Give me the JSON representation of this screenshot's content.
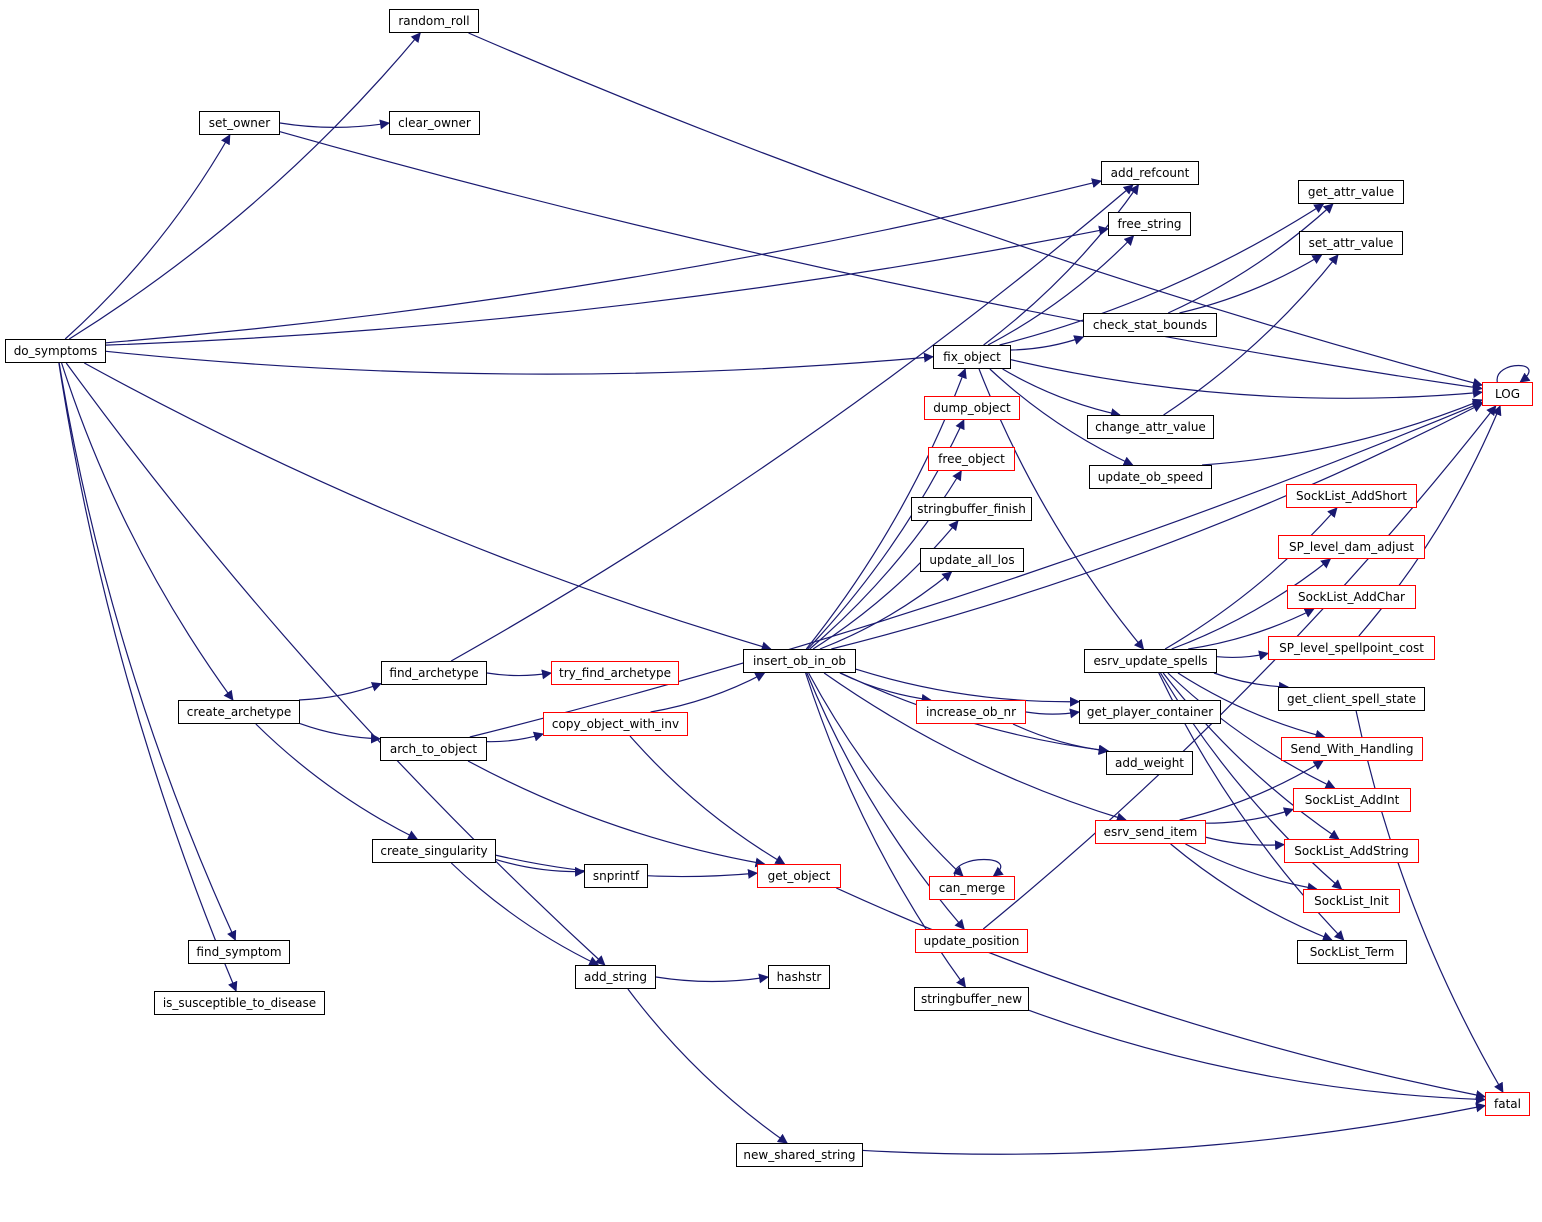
{
  "diagram": {
    "type": "call-graph",
    "colors": {
      "edge": "#191970",
      "node_border": "#000000",
      "partial_border": "#ff0000",
      "root_fill": "#bfbfbf"
    },
    "nodes": [
      {
        "id": "do_symptoms",
        "label": "do_symptoms",
        "style": "root"
      },
      {
        "id": "random_roll",
        "label": "random_roll",
        "style": "normal"
      },
      {
        "id": "set_owner",
        "label": "set_owner",
        "style": "normal"
      },
      {
        "id": "clear_owner",
        "label": "clear_owner",
        "style": "normal"
      },
      {
        "id": "add_refcount",
        "label": "add_refcount",
        "style": "normal"
      },
      {
        "id": "free_string",
        "label": "free_string",
        "style": "normal"
      },
      {
        "id": "get_attr_value",
        "label": "get_attr_value",
        "style": "normal"
      },
      {
        "id": "set_attr_value",
        "label": "set_attr_value",
        "style": "normal"
      },
      {
        "id": "check_stat_bounds",
        "label": "check_stat_bounds",
        "style": "normal"
      },
      {
        "id": "fix_object",
        "label": "fix_object",
        "style": "normal"
      },
      {
        "id": "LOG",
        "label": "LOG",
        "style": "partial"
      },
      {
        "id": "dump_object",
        "label": "dump_object",
        "style": "partial"
      },
      {
        "id": "change_attr_value",
        "label": "change_attr_value",
        "style": "normal"
      },
      {
        "id": "free_object",
        "label": "free_object",
        "style": "partial"
      },
      {
        "id": "update_ob_speed",
        "label": "update_ob_speed",
        "style": "normal"
      },
      {
        "id": "SockList_AddShort",
        "label": "SockList_AddShort",
        "style": "partial"
      },
      {
        "id": "stringbuffer_finish",
        "label": "stringbuffer_finish",
        "style": "normal"
      },
      {
        "id": "SP_level_dam_adjust",
        "label": "SP_level_dam_adjust",
        "style": "partial"
      },
      {
        "id": "update_all_los",
        "label": "update_all_los",
        "style": "normal"
      },
      {
        "id": "SockList_AddChar",
        "label": "SockList_AddChar",
        "style": "partial"
      },
      {
        "id": "SP_level_spellpoint_cost",
        "label": "SP_level_spellpoint_cost",
        "style": "partial"
      },
      {
        "id": "insert_ob_in_ob",
        "label": "insert_ob_in_ob",
        "style": "normal"
      },
      {
        "id": "esrv_update_spells",
        "label": "esrv_update_spells",
        "style": "normal"
      },
      {
        "id": "find_archetype",
        "label": "find_archetype",
        "style": "normal"
      },
      {
        "id": "try_find_archetype",
        "label": "try_find_archetype",
        "style": "partial"
      },
      {
        "id": "get_client_spell_state",
        "label": "get_client_spell_state",
        "style": "normal"
      },
      {
        "id": "create_archetype",
        "label": "create_archetype",
        "style": "normal"
      },
      {
        "id": "increase_ob_nr",
        "label": "increase_ob_nr",
        "style": "partial"
      },
      {
        "id": "get_player_container",
        "label": "get_player_container",
        "style": "normal"
      },
      {
        "id": "copy_object_with_inv",
        "label": "copy_object_with_inv",
        "style": "partial"
      },
      {
        "id": "arch_to_object",
        "label": "arch_to_object",
        "style": "normal"
      },
      {
        "id": "Send_With_Handling",
        "label": "Send_With_Handling",
        "style": "partial"
      },
      {
        "id": "add_weight",
        "label": "add_weight",
        "style": "normal"
      },
      {
        "id": "SockList_AddInt",
        "label": "SockList_AddInt",
        "style": "partial"
      },
      {
        "id": "esrv_send_item",
        "label": "esrv_send_item",
        "style": "partial"
      },
      {
        "id": "create_singularity",
        "label": "create_singularity",
        "style": "normal"
      },
      {
        "id": "SockList_AddString",
        "label": "SockList_AddString",
        "style": "partial"
      },
      {
        "id": "can_merge",
        "label": "can_merge",
        "style": "partial"
      },
      {
        "id": "snprintf",
        "label": "snprintf",
        "style": "normal"
      },
      {
        "id": "get_object",
        "label": "get_object",
        "style": "partial"
      },
      {
        "id": "SockList_Init",
        "label": "SockList_Init",
        "style": "partial"
      },
      {
        "id": "update_position",
        "label": "update_position",
        "style": "partial"
      },
      {
        "id": "find_symptom",
        "label": "find_symptom",
        "style": "normal"
      },
      {
        "id": "SockList_Term",
        "label": "SockList_Term",
        "style": "normal"
      },
      {
        "id": "add_string",
        "label": "add_string",
        "style": "normal"
      },
      {
        "id": "hashstr",
        "label": "hashstr",
        "style": "normal"
      },
      {
        "id": "stringbuffer_new",
        "label": "stringbuffer_new",
        "style": "normal"
      },
      {
        "id": "is_susceptible_to_disease",
        "label": "is_susceptible_to_disease",
        "style": "normal"
      },
      {
        "id": "fatal",
        "label": "fatal",
        "style": "partial"
      },
      {
        "id": "new_shared_string",
        "label": "new_shared_string",
        "style": "normal"
      }
    ],
    "edges": [
      [
        "do_symptoms",
        "random_roll"
      ],
      [
        "do_symptoms",
        "set_owner"
      ],
      [
        "do_symptoms",
        "add_refcount"
      ],
      [
        "do_symptoms",
        "free_string"
      ],
      [
        "do_symptoms",
        "fix_object"
      ],
      [
        "do_symptoms",
        "insert_ob_in_ob"
      ],
      [
        "do_symptoms",
        "create_archetype"
      ],
      [
        "do_symptoms",
        "add_string"
      ],
      [
        "do_symptoms",
        "find_symptom"
      ],
      [
        "do_symptoms",
        "is_susceptible_to_disease"
      ],
      [
        "random_roll",
        "LOG"
      ],
      [
        "set_owner",
        "clear_owner"
      ],
      [
        "set_owner",
        "LOG"
      ],
      [
        "fix_object",
        "add_refcount"
      ],
      [
        "fix_object",
        "free_string"
      ],
      [
        "fix_object",
        "get_attr_value"
      ],
      [
        "fix_object",
        "check_stat_bounds"
      ],
      [
        "fix_object",
        "LOG"
      ],
      [
        "fix_object",
        "change_attr_value"
      ],
      [
        "fix_object",
        "update_ob_speed"
      ],
      [
        "fix_object",
        "esrv_update_spells"
      ],
      [
        "check_stat_bounds",
        "get_attr_value"
      ],
      [
        "check_stat_bounds",
        "set_attr_value"
      ],
      [
        "change_attr_value",
        "set_attr_value"
      ],
      [
        "update_ob_speed",
        "LOG"
      ],
      [
        "LOG",
        "LOG"
      ],
      [
        "esrv_update_spells",
        "SockList_AddShort"
      ],
      [
        "esrv_update_spells",
        "SP_level_dam_adjust"
      ],
      [
        "esrv_update_spells",
        "SockList_AddChar"
      ],
      [
        "esrv_update_spells",
        "SP_level_spellpoint_cost"
      ],
      [
        "esrv_update_spells",
        "get_client_spell_state"
      ],
      [
        "esrv_update_spells",
        "Send_With_Handling"
      ],
      [
        "esrv_update_spells",
        "SockList_AddInt"
      ],
      [
        "esrv_update_spells",
        "SockList_AddString"
      ],
      [
        "esrv_update_spells",
        "SockList_Init"
      ],
      [
        "esrv_update_spells",
        "SockList_Term"
      ],
      [
        "SP_level_spellpoint_cost",
        "LOG"
      ],
      [
        "get_client_spell_state",
        "fatal"
      ],
      [
        "insert_ob_in_ob",
        "fix_object"
      ],
      [
        "insert_ob_in_ob",
        "dump_object"
      ],
      [
        "insert_ob_in_ob",
        "free_object"
      ],
      [
        "insert_ob_in_ob",
        "stringbuffer_finish"
      ],
      [
        "insert_ob_in_ob",
        "update_all_los"
      ],
      [
        "insert_ob_in_ob",
        "LOG"
      ],
      [
        "insert_ob_in_ob",
        "get_player_container"
      ],
      [
        "insert_ob_in_ob",
        "increase_ob_nr"
      ],
      [
        "insert_ob_in_ob",
        "add_weight"
      ],
      [
        "insert_ob_in_ob",
        "esrv_send_item"
      ],
      [
        "insert_ob_in_ob",
        "can_merge"
      ],
      [
        "insert_ob_in_ob",
        "update_position"
      ],
      [
        "insert_ob_in_ob",
        "stringbuffer_new"
      ],
      [
        "increase_ob_nr",
        "get_player_container"
      ],
      [
        "increase_ob_nr",
        "add_weight"
      ],
      [
        "esrv_send_item",
        "Send_With_Handling"
      ],
      [
        "esrv_send_item",
        "SockList_AddInt"
      ],
      [
        "esrv_send_item",
        "SockList_AddString"
      ],
      [
        "esrv_send_item",
        "SockList_Init"
      ],
      [
        "esrv_send_item",
        "SockList_Term"
      ],
      [
        "can_merge",
        "can_merge"
      ],
      [
        "update_position",
        "LOG"
      ],
      [
        "stringbuffer_new",
        "fatal"
      ],
      [
        "create_archetype",
        "find_archetype"
      ],
      [
        "create_archetype",
        "arch_to_object"
      ],
      [
        "create_archetype",
        "create_singularity"
      ],
      [
        "find_archetype",
        "try_find_archetype"
      ],
      [
        "find_archetype",
        "add_refcount"
      ],
      [
        "arch_to_object",
        "copy_object_with_inv"
      ],
      [
        "arch_to_object",
        "get_object"
      ],
      [
        "arch_to_object",
        "LOG"
      ],
      [
        "copy_object_with_inv",
        "insert_ob_in_ob"
      ],
      [
        "copy_object_with_inv",
        "get_object"
      ],
      [
        "create_singularity",
        "snprintf"
      ],
      [
        "create_singularity",
        "get_object"
      ],
      [
        "create_singularity",
        "add_string"
      ],
      [
        "get_object",
        "fatal"
      ],
      [
        "add_string",
        "hashstr"
      ],
      [
        "add_string",
        "new_shared_string"
      ],
      [
        "new_shared_string",
        "fatal"
      ]
    ]
  }
}
